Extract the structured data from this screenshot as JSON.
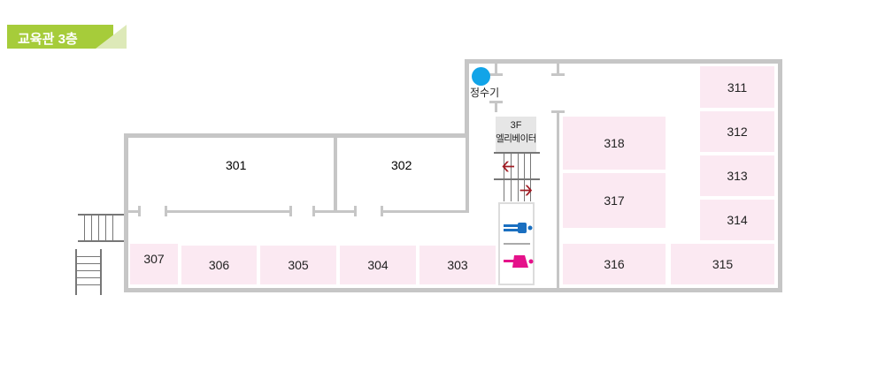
{
  "header": {
    "title": "교육관 3층",
    "accent": "#a6cc3a",
    "accent_light": "#dde9b8"
  },
  "rooms": {
    "r301": "301",
    "r302": "302",
    "r303": "303",
    "r304": "304",
    "r305": "305",
    "r306": "306",
    "r307": "307",
    "r311": "311",
    "r312": "312",
    "r313": "313",
    "r314": "314",
    "r315": "315",
    "r316": "316",
    "r317": "317",
    "r318": "318"
  },
  "facilities": {
    "water": "정수기",
    "elevator_floor": "3F",
    "elevator": "엘리베이터"
  },
  "colors": {
    "wall": "#c6c6c6",
    "room": "#fbe9f2",
    "water": "#12a4e8",
    "male": "#1a6fc0",
    "female": "#e5118a",
    "arrow": "#a01c24"
  }
}
